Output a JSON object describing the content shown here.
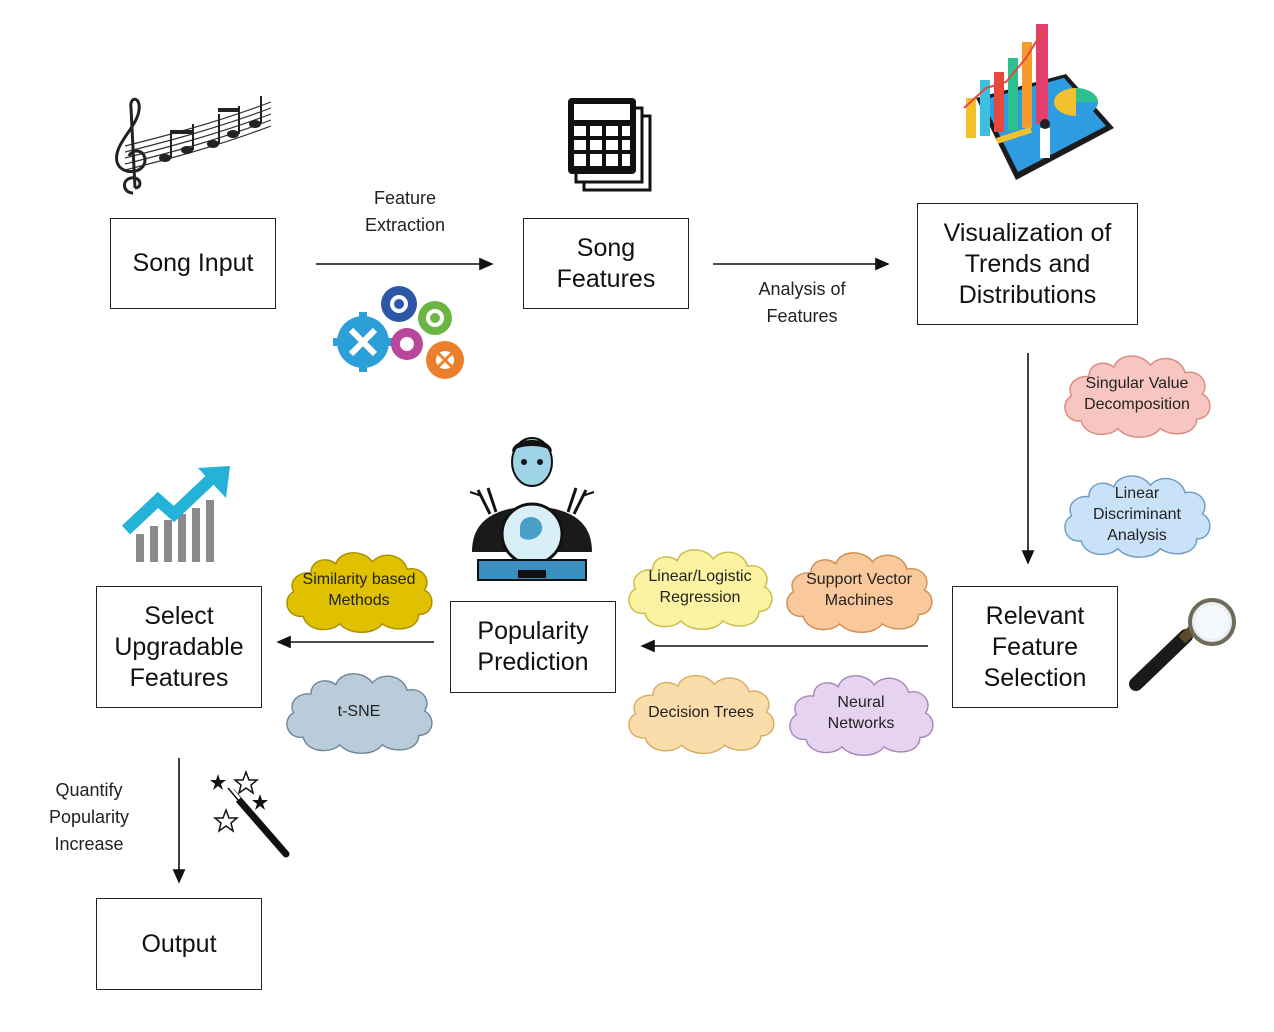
{
  "nodes": {
    "song_input": "Song Input",
    "song_features": "Song\nFeatures",
    "visualization": "Visualization of\nTrends and\nDistributions",
    "relevant_feature_selection": "Relevant\nFeature\nSelection",
    "popularity_prediction": "Popularity\nPrediction",
    "select_upgradable_features": "Select\nUpgradable\nFeatures",
    "output": "Output"
  },
  "edge_labels": {
    "feature_extraction": "Feature\nExtraction",
    "analysis_of_features": "Analysis of\nFeatures",
    "quantify_popularity_increase": "Quantify\nPopularity\nIncrease"
  },
  "methods": {
    "svd": "Singular Value\nDecomposition",
    "lda": "Linear\nDiscriminant\nAnalysis",
    "linear_logistic_regression": "Linear/Logistic\nRegression",
    "support_vector_machines": "Support Vector\nMachines",
    "decision_trees": "Decision Trees",
    "neural_networks": "Neural\nNetworks",
    "similarity_based_methods": "Similarity based\nMethods",
    "tsne": "t-SNE"
  },
  "icons": {
    "music": "music-notes-icon",
    "gears": "gears-icon",
    "calculator": "calculator-icon",
    "tablet_chart": "tablet-chart-icon",
    "magnifier": "magnifying-glass-icon",
    "crystal_ball": "fortune-teller-icon",
    "growth_chart": "growth-chart-icon",
    "magic_wand": "magic-wand-icon"
  },
  "colors": {
    "svd": "#f7c6c1",
    "lda": "#c9e2f7",
    "regression": "#fbf2a2",
    "svm": "#f9c89b",
    "decision_trees": "#fbdcab",
    "neural_networks": "#e6d3ef",
    "similarity": "#e0c100",
    "tsne": "#b9ccd9"
  }
}
